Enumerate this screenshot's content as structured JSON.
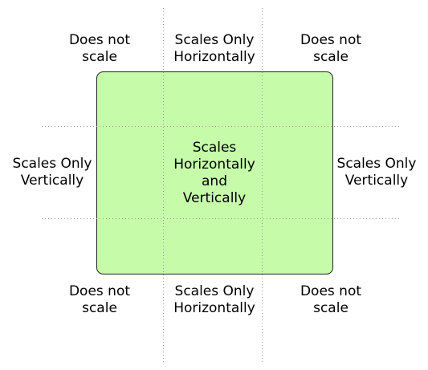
{
  "colors": {
    "box_fill": "#c6fbaa",
    "box_stroke": "#222222",
    "guide_line": "#9a9a9a",
    "text": "#000000"
  },
  "regions": {
    "top_left": "Does not\nscale",
    "top_center": "Scales Only\nHorizontally",
    "top_right": "Does not\nscale",
    "middle_left": "Scales Only\nVertically",
    "center": "Scales\nHorizontally\nand\nVertically",
    "middle_right": "Scales Only\nVertically",
    "bottom_left": "Does not\nscale",
    "bottom_center": "Scales Only\nHorizontally",
    "bottom_right": "Does not\nscale"
  }
}
